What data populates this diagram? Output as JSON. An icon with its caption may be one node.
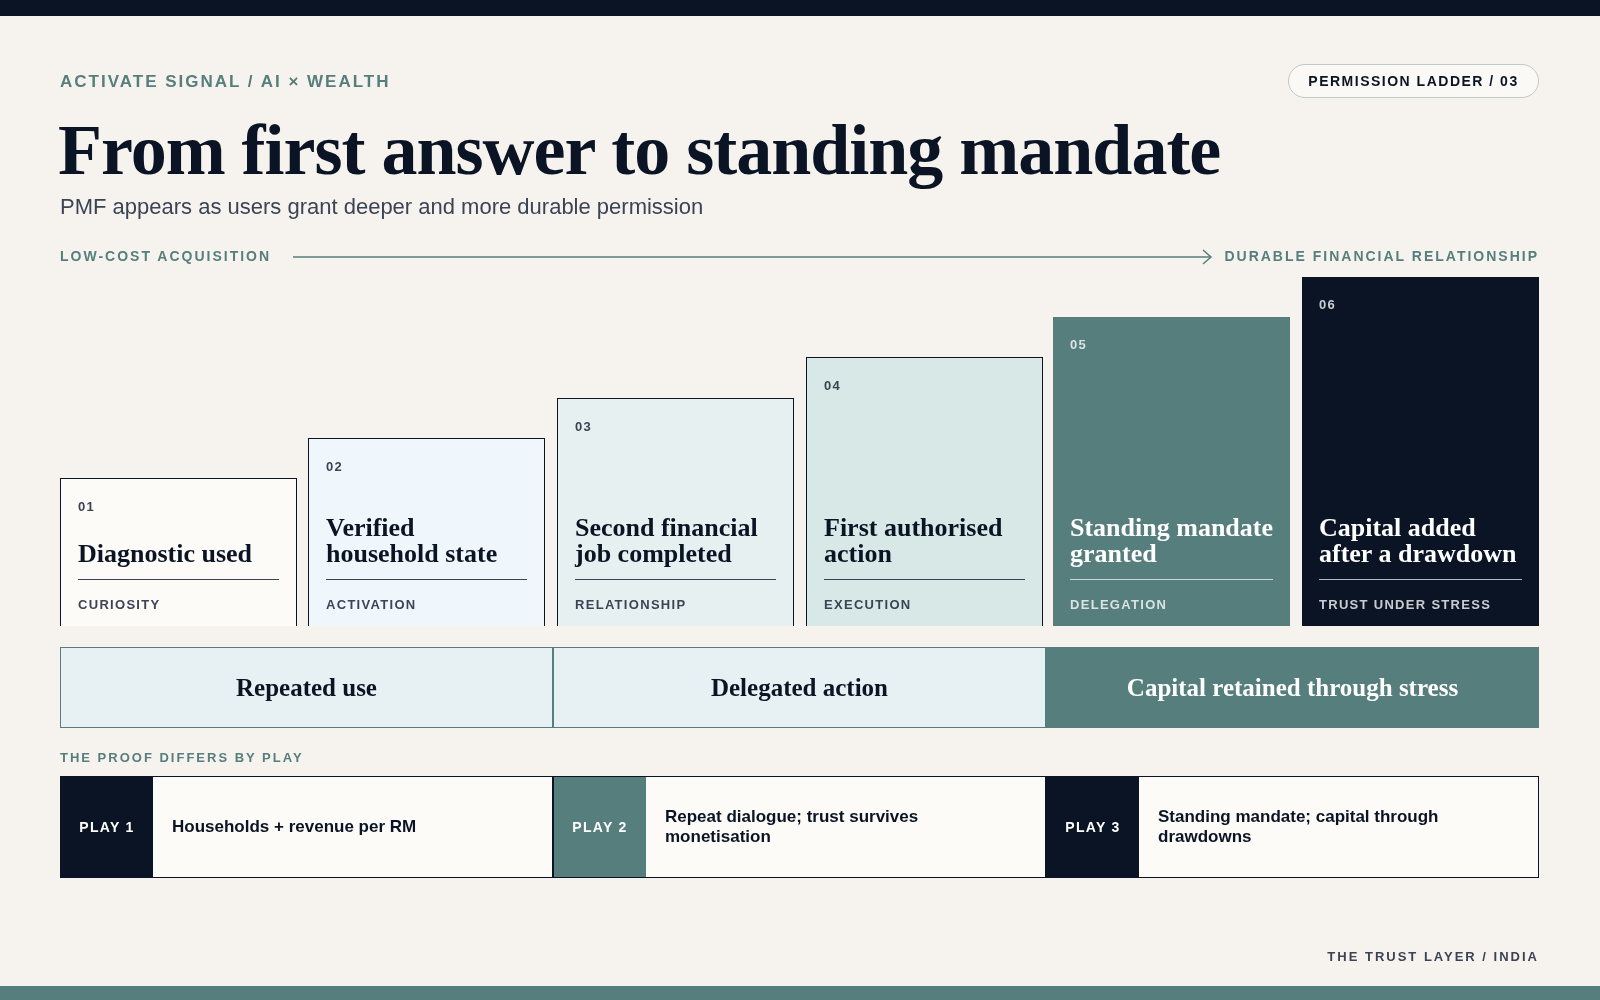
{
  "diagram": {
    "title": "From first answer to standing mandate",
    "nodes": [
      {
        "text": [
          "PERMISSION LADDER / 03"
        ]
      },
      {
        "text": [
          "01",
          "Diagnostic used",
          "CURIOSITY"
        ]
      },
      {
        "text": [
          "02",
          "Verified household state",
          "ACTIVATION"
        ]
      },
      {
        "text": [
          "03",
          "Second financial job completed",
          "RELATIONSHIP"
        ]
      },
      {
        "text": [
          "04",
          "First authorised action",
          "EXECUTION"
        ]
      },
      {
        "text": [
          "05",
          "Standing mandate granted",
          "DELEGATION"
        ]
      },
      {
        "text": [
          "06",
          "Capital added after a drawdown",
          "TRUST UNDER STRESS"
        ]
      },
      {
        "text": [
          "Repeated use"
        ]
      },
      {
        "text": [
          "Delegated action"
        ]
      },
      {
        "text": [
          "Capital retained through stress"
        ]
      },
      {
        "text": [
          "PLAY 1",
          "Households + revenue per RM"
        ]
      },
      {
        "text": [
          "PLAY 2",
          "Repeat dialogue; trust survives monetisation"
        ]
      },
      {
        "text": [
          "PLAY 3",
          "Standing mandate; capital through drawdowns"
        ]
      }
    ],
    "labels": [
      "ACTIVATE SIGNAL / AI × WEALTH",
      "PMF appears as users grant deeper and more durable permission",
      "LOW-COST ACQUISITION",
      "DURABLE FINANCIAL RELATIONSHIP",
      "THE PROOF DIFFERS BY PLAY",
      "THE TRUST LAYER / INDIA"
    ]
  }
}
